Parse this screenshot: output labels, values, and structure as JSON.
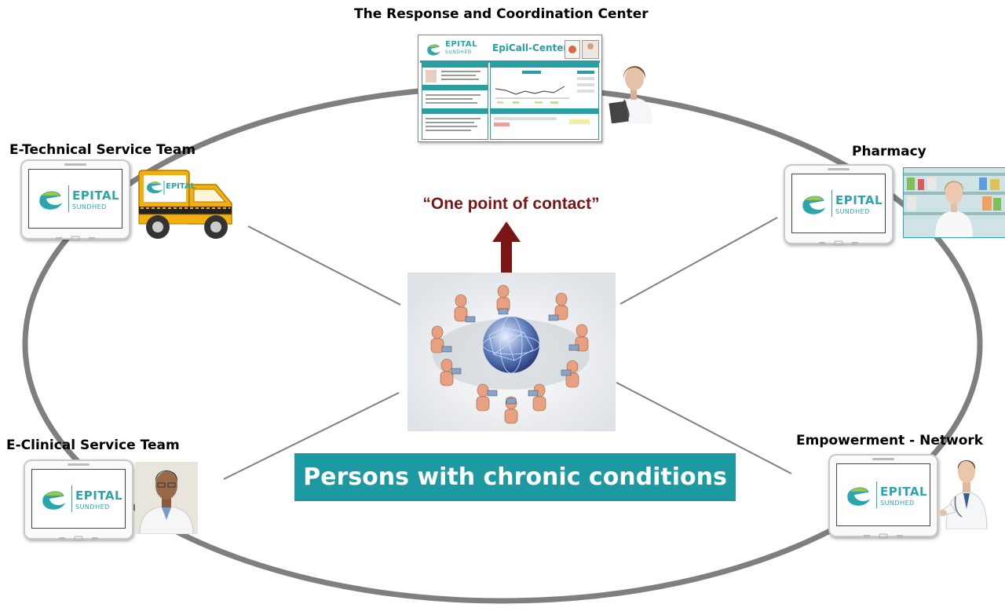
{
  "center_title": "The Response and Coordination Center",
  "nodes": {
    "technical": "E-Technical Service Team",
    "pharmacy": "Pharmacy",
    "clinical": "E-Clinical Service Team",
    "empowerment": "Empowerment - Network"
  },
  "contact_label": "“One point of contact”",
  "banner_label": "Persons with chronic conditions",
  "brand": {
    "name": "EPITAL",
    "sub": "SUNDHED"
  },
  "call_center": {
    "app_title": "EpiCall-Center"
  },
  "truck_brand": "EPITAL",
  "colors": {
    "teal": "#1d9aa1",
    "arrow": "#7b1414",
    "ring": "#7f7f7f",
    "truck": "#f2b010"
  },
  "icons": [
    "arrow-up-icon",
    "globe-network-icon",
    "truck-icon",
    "nurse-icon",
    "doctor-icon",
    "pharmacist-icon",
    "handshake-doctor-icon"
  ]
}
